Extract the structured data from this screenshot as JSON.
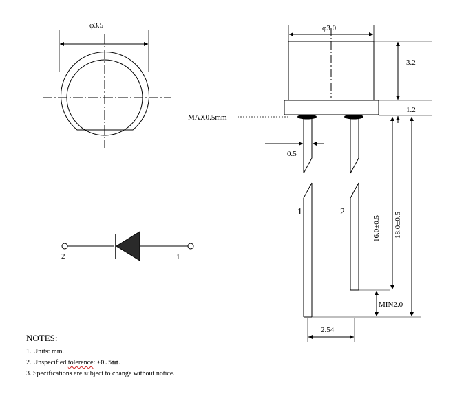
{
  "top_view": {
    "diameter_label": "φ3.5"
  },
  "side_view": {
    "diameter_label": "φ3.0",
    "body_height_label": "3.2",
    "flange_height_label": "1.2",
    "max_label": "MAX0.5mm",
    "lead_width_label": "0.5",
    "lead1_label": "1",
    "lead2_label": "2",
    "short_lead_label": "16.0±0.5",
    "long_lead_label": "18.0±0.5",
    "min_label": "MIN2.0",
    "pitch_label": "2.54"
  },
  "symbol": {
    "pin_left_label": "2",
    "pin_right_label": "1"
  },
  "notes": {
    "title": "NOTES:",
    "line1": "1. Units: mm.",
    "line2_prefix": "2. Unspecified ",
    "line2_word": "tolerence",
    "line2_suffix": ": ",
    "line2_value": "±0.5㎜.",
    "line3": "3. Specifications are subject to change without notice."
  }
}
